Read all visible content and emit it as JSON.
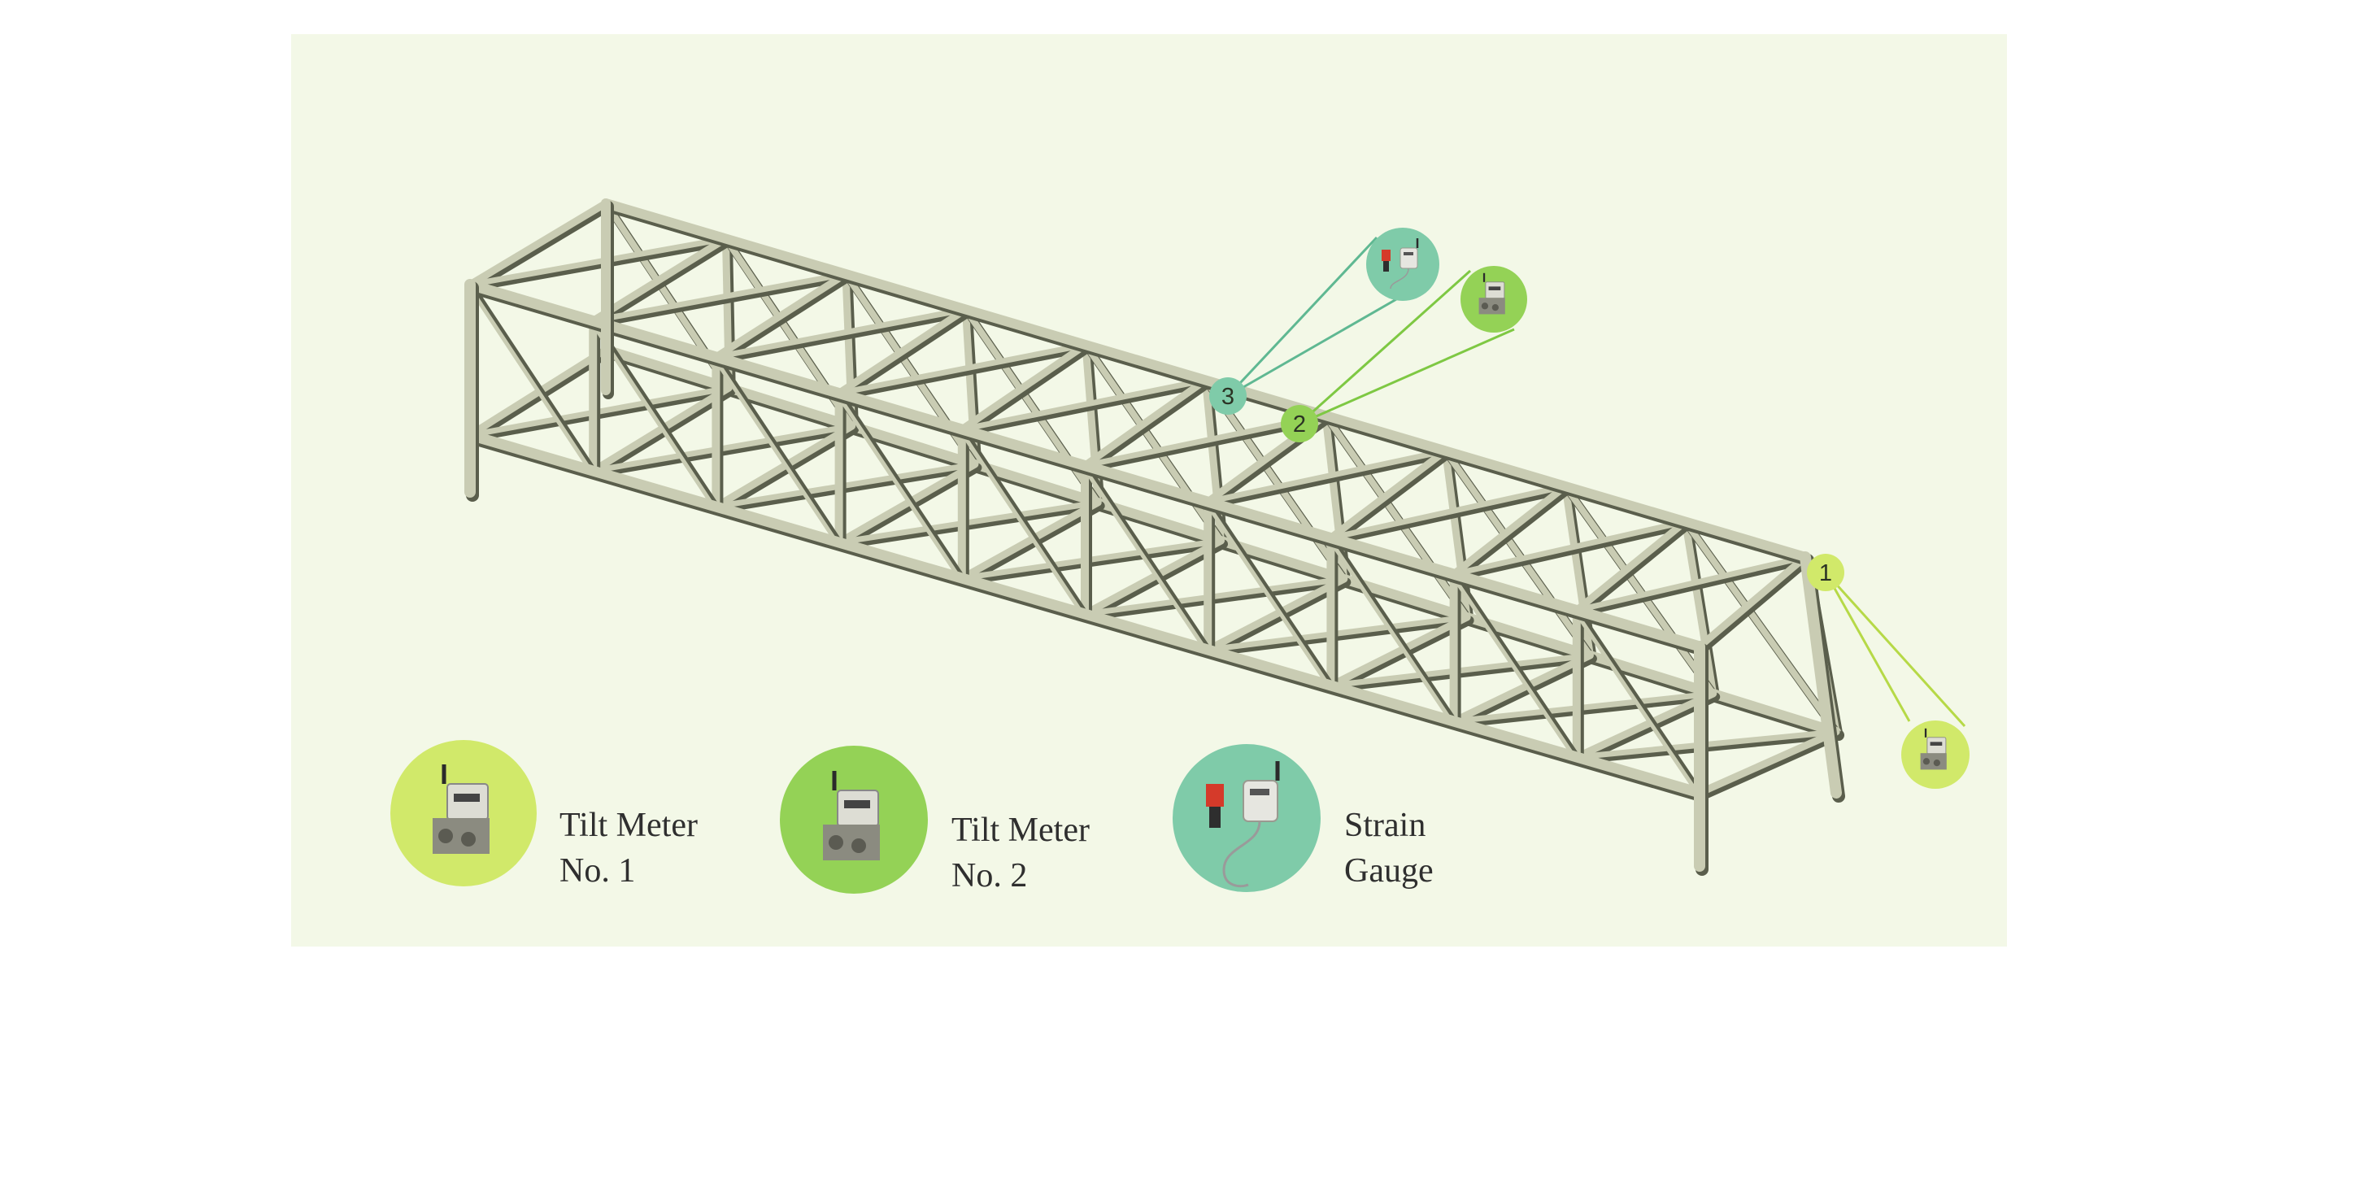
{
  "colors": {
    "background": "#f3f8e7",
    "truss_light": "#c9ccb3",
    "truss_dark": "#5a5e4c",
    "tilt1": "#d1e96a",
    "tilt2": "#94d256",
    "strain": "#7fcba9",
    "leader_tilt1": "#b6d947",
    "leader_tilt2": "#7ec843",
    "leader_strain": "#5fb892"
  },
  "markers": [
    {
      "id": "1",
      "label": "1",
      "device": "tilt1"
    },
    {
      "id": "2",
      "label": "2",
      "device": "tilt2"
    },
    {
      "id": "3",
      "label": "3",
      "device": "strain"
    }
  ],
  "legend": [
    {
      "id": "tilt1",
      "line1": "Tilt Meter",
      "line2": "No. 1",
      "icon": "tilt-meter-icon"
    },
    {
      "id": "tilt2",
      "line1": "Tilt Meter",
      "line2": "No. 2",
      "icon": "tilt-meter-icon"
    },
    {
      "id": "strain",
      "line1": "Strain",
      "line2": "Gauge",
      "icon": "strain-gauge-icon"
    }
  ]
}
